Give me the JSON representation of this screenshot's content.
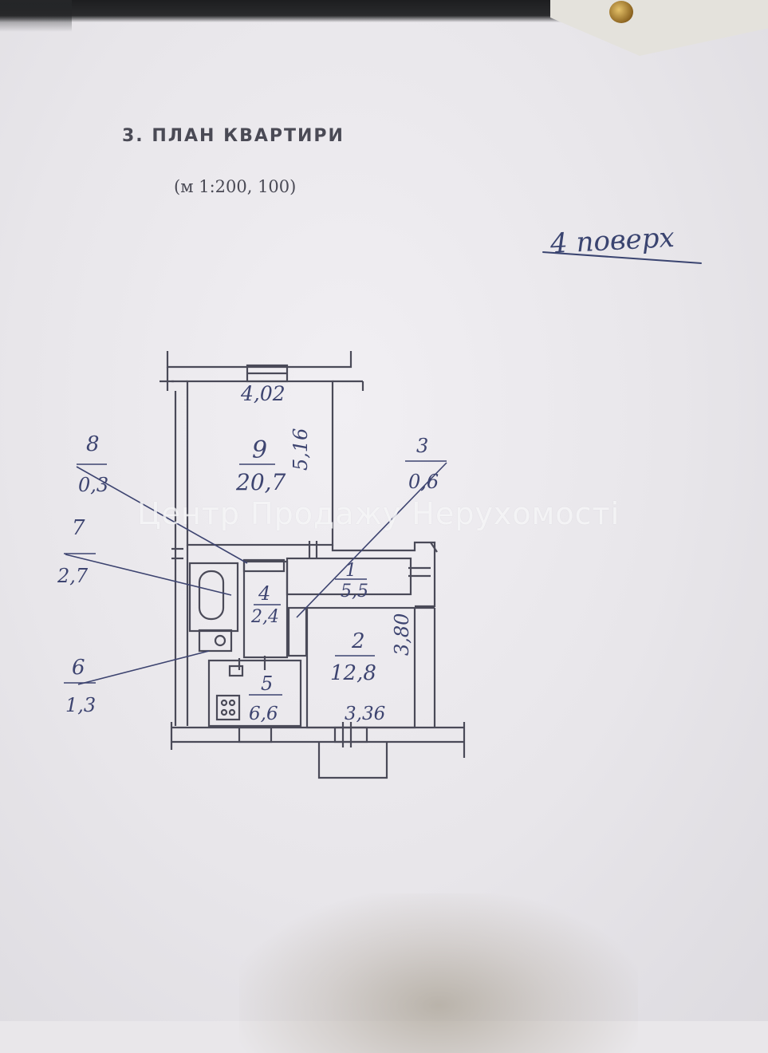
{
  "document": {
    "title": "3. ПЛАН КВАРТИРИ",
    "scale": "(м 1:200, 100)",
    "floor_note": "4 поверх",
    "watermark": "Центр Продажу Нерухомості"
  },
  "dimensions": {
    "room9_width": "4,02",
    "room9_length": "5,16",
    "room2_length": "3,80",
    "room2_width": "3,36"
  },
  "rooms": [
    {
      "num": "1",
      "area": "5,5"
    },
    {
      "num": "2",
      "area": "12,8"
    },
    {
      "num": "3",
      "area": "0,6"
    },
    {
      "num": "4",
      "area": "2,4"
    },
    {
      "num": "5",
      "area": "6,6"
    },
    {
      "num": "6",
      "area": "1,3"
    },
    {
      "num": "7",
      "area": "2,7"
    },
    {
      "num": "8",
      "area": "0,3"
    },
    {
      "num": "9",
      "area": "20,7"
    }
  ]
}
